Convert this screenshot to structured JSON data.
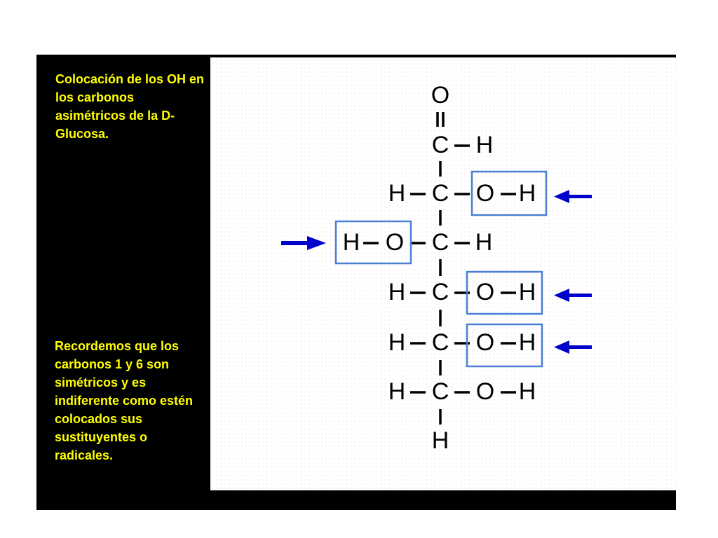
{
  "side_panel": {
    "title": "Colocación de los OH en los carbonos asimétricos de la D-Glucosa.",
    "note": "Recordemos que los carbonos 1 y 6 son simétricos y es indiferente como estén colocados sus sustituyentes o radicales."
  },
  "atoms": {
    "oxygen": "O",
    "carbon": "C",
    "hydrogen": "H"
  },
  "colors": {
    "background": "#000000",
    "text_highlight": "#ffff00",
    "box_outline": "#4a7fd6",
    "arrow": "#0000cc"
  }
}
